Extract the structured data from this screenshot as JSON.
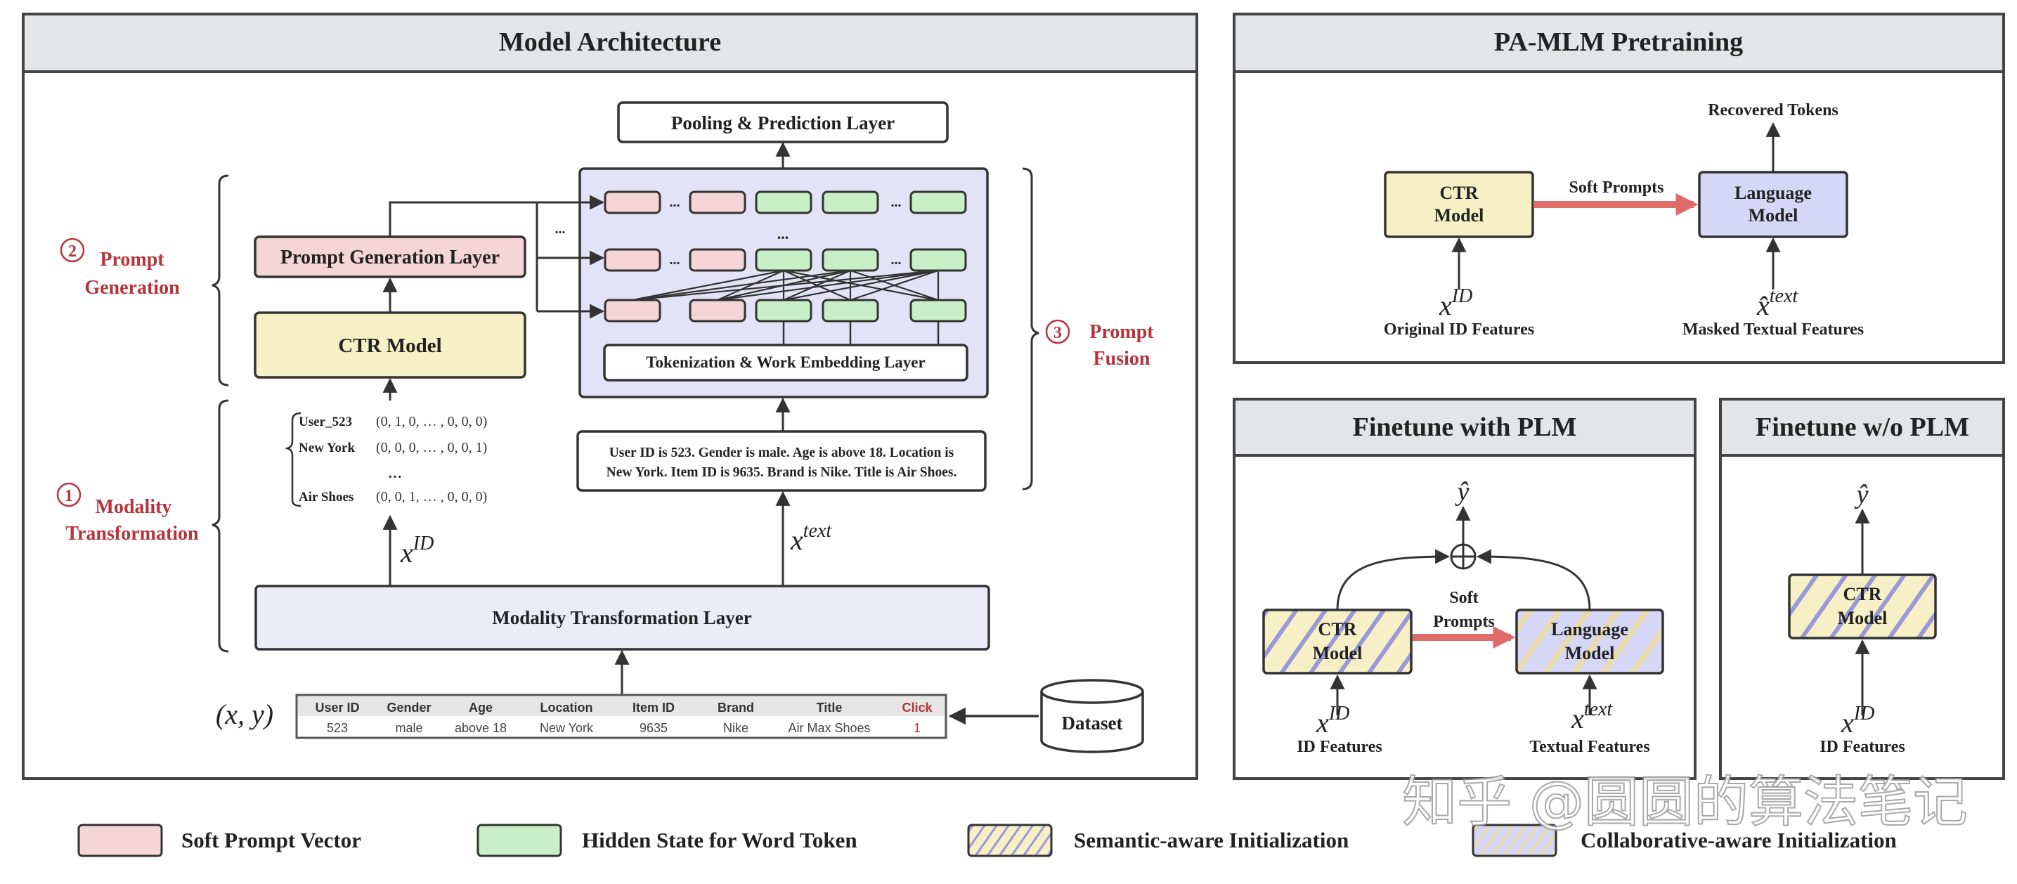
{
  "colors": {
    "soft_prompt": "#f5d5d7",
    "hidden_state": "#c9efc6",
    "ctr_yellow": "#f7efc6",
    "lm_purple": "#d6d6f6",
    "fusion_bg": "#e3e3f8",
    "header_gray": "#e3e5e8",
    "accent_red": "#b5343c",
    "arrow_red": "#e06b6b"
  },
  "model_architecture": {
    "title": "Model  Architecture",
    "pooling_layer": "Pooling & Prediction Layer",
    "tokenization_layer": "Tokenization & Work Embedding Layer",
    "prompt_generation_layer": "Prompt Generation Layer",
    "ctr_model": "CTR Model",
    "modality_layer": "Modality Transformation Layer",
    "ellipsis": "...",
    "stage1": {
      "num": "1",
      "line1": "Modality",
      "line2": "Transformation"
    },
    "stage2": {
      "num": "2",
      "line1": "Prompt",
      "line2": "Generation"
    },
    "stage3": {
      "num": "3",
      "line1": "Prompt",
      "line2": "Fusion"
    },
    "onehot": [
      {
        "name": "User_523",
        "vec": "(0, 1, 0, … , 0, 0, 0)"
      },
      {
        "name": "New York",
        "vec": "(0, 0, 0, … , 0, 0, 1)"
      },
      {
        "name": "",
        "vec": "…"
      },
      {
        "name": "Air Shoes",
        "vec": "(0, 0, 1, … , 0, 0, 0)"
      }
    ],
    "x_id_base": "x",
    "x_id_sup": "ID",
    "x_text_base": "x",
    "x_text_sup": "text",
    "text_prompt_line1": "User ID is 523. Gender is male. Age is above 18. Location is",
    "text_prompt_line2": "New York. Item ID is 9635. Brand is Nike. Title is Air Shoes.",
    "xy_label": "(x, y)",
    "table": {
      "headers": [
        "User ID",
        "Gender",
        "Age",
        "Location",
        "Item ID",
        "Brand",
        "Title",
        "Click"
      ],
      "row": [
        "523",
        "male",
        "above 18",
        "New York",
        "9635",
        "Nike",
        "Air Max Shoes",
        "1"
      ]
    },
    "dataset": "Dataset"
  },
  "pretraining": {
    "title": "PA-MLM  Pretraining",
    "recovered": "Recovered Tokens",
    "ctr_line1": "CTR",
    "ctr_line2": "Model",
    "soft_prompts": "Soft Prompts",
    "lm_line1": "Language",
    "lm_line2": "Model",
    "x_id_base": "x",
    "x_id_sup": "ID",
    "x_text_base": "x̂",
    "x_text_sup": "text",
    "left_caption": "Original ID Features",
    "right_caption": "Masked Textual Features"
  },
  "finetune_plm": {
    "title": "Finetune with PLM",
    "y_hat": "ŷ",
    "plus": "⊕",
    "soft_line1": "Soft",
    "soft_line2": "Prompts",
    "ctr_line1": "CTR",
    "ctr_line2": "Model",
    "lm_line1": "Language",
    "lm_line2": "Model",
    "x_id_base": "x",
    "x_id_sup": "ID",
    "x_text_base": "x",
    "x_text_sup": "text",
    "left_caption": "ID Features",
    "right_caption": "Textual Features"
  },
  "finetune_noplm": {
    "title": "Finetune w/o PLM",
    "y_hat": "ŷ",
    "ctr_line1": "CTR",
    "ctr_line2": "Model",
    "x_id_base": "x",
    "x_id_sup": "ID",
    "caption": "ID Features"
  },
  "legend": [
    {
      "label": "Soft Prompt Vector",
      "style": "soft_prompt"
    },
    {
      "label": "Hidden State for Word Token",
      "style": "hidden_state"
    },
    {
      "label": "Semantic-aware Initialization",
      "style": "semantic"
    },
    {
      "label": "Collaborative-aware Initialization",
      "style": "collaborative"
    }
  ],
  "watermark": "知乎 @圆圆的算法笔记"
}
